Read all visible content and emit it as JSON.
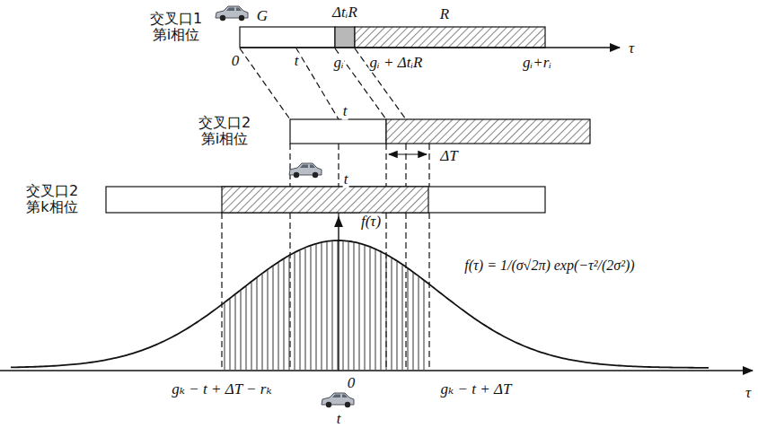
{
  "diagram": {
    "labels": [
      "交叉口1 第i相位",
      "G",
      "ΔtᵢR",
      "R",
      "0",
      "t",
      "gᵢ",
      "gᵢ + ΔtᵢR",
      "gᵢ+rᵢ",
      "τ",
      "交叉口2 第i相位",
      "t",
      "ΔT",
      "交叉口2 第k相位",
      "t",
      "f(τ)",
      "f(τ) = 1/(σ√2π) exp(−τ²/(2σ²))",
      "gₖ − t + ΔT − rₖ",
      "0",
      "gₖ − t + ΔT",
      "t",
      "τ"
    ]
  }
}
